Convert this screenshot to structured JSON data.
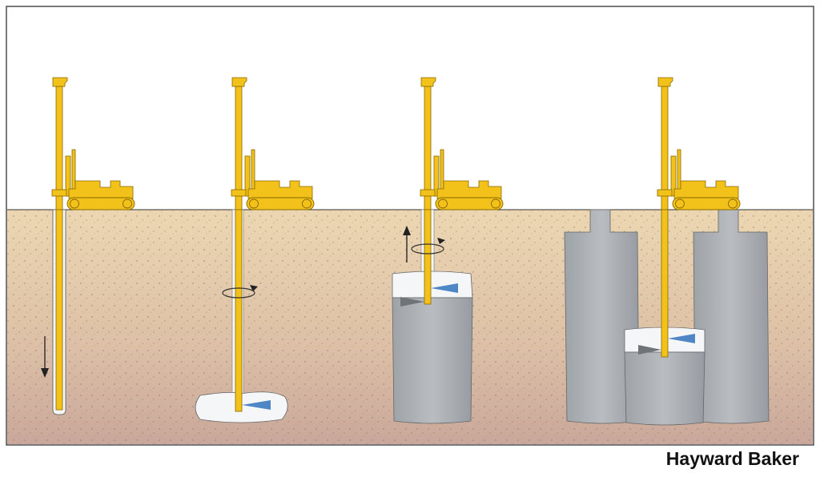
{
  "brand": "Hayward Baker",
  "colors": {
    "rig": "#f2c21a",
    "soil_top": "#e9d2ab",
    "soil_bottom": "#cfae9e",
    "column": "#a7abb0",
    "grout": "#f4f6f8",
    "nozzle": "#4f86c6"
  },
  "stages": [
    {
      "name": "drilling",
      "icon": "arrow-down-icon"
    },
    {
      "name": "jetting-start",
      "icon": "rotation-icon"
    },
    {
      "name": "jetting-withdraw",
      "icon": "arrow-up-icon"
    },
    {
      "name": "adjacent-columns",
      "icon": "none"
    }
  ]
}
